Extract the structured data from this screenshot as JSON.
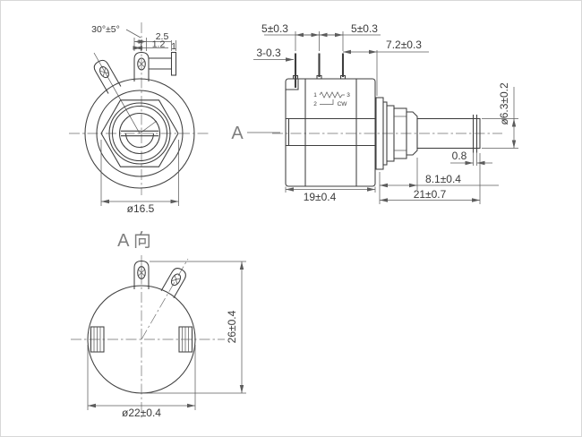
{
  "front_view": {
    "angle": "30°±5°",
    "lug_width": "2.5",
    "lug_offset": "1.2",
    "tab_width": "1",
    "hex_diameter": "ø16.5"
  },
  "side_view": {
    "view_label": "A",
    "pin_pitch_1": "5±0.3",
    "pin_pitch_2": "5±0.3",
    "pin_to_face": "7.2±0.3",
    "pin_standoff": "3-0.3",
    "schematic": {
      "pin1": "1",
      "pin2": "2",
      "pin3": "3",
      "rotation": "CW"
    },
    "shaft_diameter": "ø6.3±0.2",
    "slot_width": "0.8",
    "bushing_length": "8.1±0.4",
    "body_length": "19±0.4",
    "shaft_length": "21±0.7"
  },
  "bottom_view": {
    "view_label": "A 向",
    "body_diameter": "ø22±0.4",
    "overall_height": "26±0.4"
  },
  "colors": {
    "line": "#3e3e3e",
    "dimension": "#5c5c5c",
    "view_label_gray": "#7f7f7f",
    "background": "#ffffff"
  }
}
